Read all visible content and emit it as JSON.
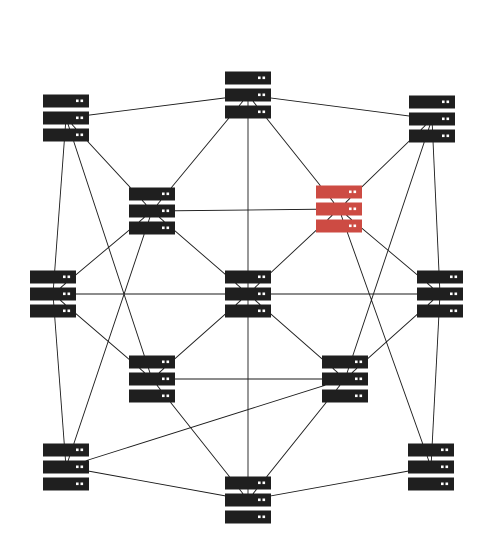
{
  "colors": {
    "background": "#ffffff",
    "server_default": "#1f1f1f",
    "server_highlighted": "#cd4b43",
    "led": "#ffffff",
    "link": "#1a1a1a"
  },
  "nodes": [
    {
      "id": "top-left",
      "icon": "server-rack-icon",
      "highlighted": false
    },
    {
      "id": "top-center",
      "icon": "server-rack-icon",
      "highlighted": false
    },
    {
      "id": "top-right",
      "icon": "server-rack-icon",
      "highlighted": false
    },
    {
      "id": "inner-upper-left",
      "icon": "server-rack-icon",
      "highlighted": false
    },
    {
      "id": "inner-upper-right",
      "icon": "server-rack-icon",
      "highlighted": true
    },
    {
      "id": "middle-left",
      "icon": "server-rack-icon",
      "highlighted": false
    },
    {
      "id": "center",
      "icon": "server-rack-icon",
      "highlighted": false
    },
    {
      "id": "middle-right",
      "icon": "server-rack-icon",
      "highlighted": false
    },
    {
      "id": "inner-lower-left",
      "icon": "server-rack-icon",
      "highlighted": false
    },
    {
      "id": "inner-lower-right",
      "icon": "server-rack-icon",
      "highlighted": false
    },
    {
      "id": "bottom-left",
      "icon": "server-rack-icon",
      "highlighted": false
    },
    {
      "id": "bottom-center",
      "icon": "server-rack-icon",
      "highlighted": false
    },
    {
      "id": "bottom-right",
      "icon": "server-rack-icon",
      "highlighted": false
    }
  ],
  "links": [
    [
      "top-left",
      "top-center"
    ],
    [
      "top-center",
      "top-right"
    ],
    [
      "top-left",
      "inner-upper-left"
    ],
    [
      "top-left",
      "middle-left"
    ],
    [
      "top-left",
      "inner-lower-left"
    ],
    [
      "top-center",
      "inner-upper-left"
    ],
    [
      "top-center",
      "center"
    ],
    [
      "top-center",
      "inner-upper-right"
    ],
    [
      "top-right",
      "inner-upper-right"
    ],
    [
      "top-right",
      "middle-right"
    ],
    [
      "top-right",
      "inner-lower-right"
    ],
    [
      "inner-upper-left",
      "inner-upper-right"
    ],
    [
      "inner-upper-left",
      "middle-left"
    ],
    [
      "inner-upper-left",
      "center"
    ],
    [
      "inner-upper-left",
      "bottom-left"
    ],
    [
      "inner-upper-right",
      "center"
    ],
    [
      "inner-upper-right",
      "middle-right"
    ],
    [
      "inner-upper-right",
      "bottom-right"
    ],
    [
      "middle-left",
      "middle-right"
    ],
    [
      "middle-left",
      "inner-lower-left"
    ],
    [
      "middle-left",
      "bottom-left"
    ],
    [
      "center",
      "inner-lower-left"
    ],
    [
      "center",
      "inner-lower-right"
    ],
    [
      "center",
      "bottom-center"
    ],
    [
      "middle-right",
      "inner-lower-right"
    ],
    [
      "middle-right",
      "bottom-right"
    ],
    [
      "inner-lower-left",
      "inner-lower-right"
    ],
    [
      "inner-lower-left",
      "bottom-center"
    ],
    [
      "inner-lower-right",
      "bottom-left"
    ],
    [
      "inner-lower-right",
      "bottom-center"
    ],
    [
      "bottom-left",
      "bottom-center"
    ],
    [
      "bottom-center",
      "bottom-right"
    ]
  ]
}
